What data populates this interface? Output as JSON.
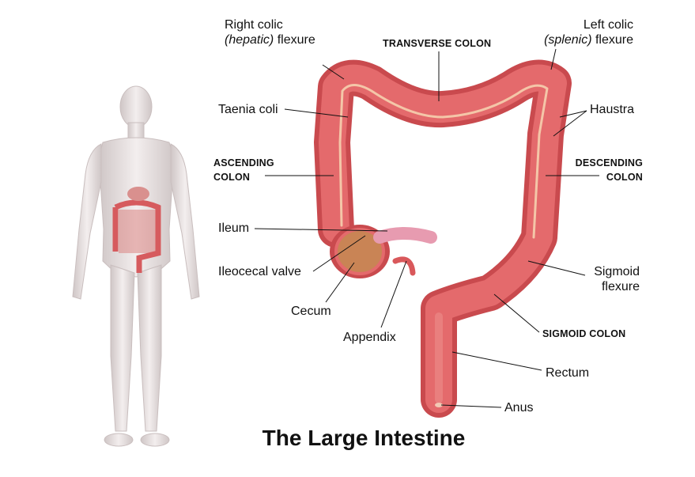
{
  "title": "The Large Intestine",
  "labels": {
    "right_colic_1": "Right colic",
    "right_colic_2a": "(hepatic)",
    "right_colic_2b": " flexure",
    "transverse": "TRANSVERSE COLON",
    "left_colic_1": "Left colic",
    "left_colic_2a": "(splenic)",
    "left_colic_2b": " flexure",
    "taenia": "Taenia coli",
    "haustra": "Haustra",
    "ascending_1": "ASCENDING",
    "ascending_2": "COLON",
    "descending_1": "DESCENDING",
    "descending_2": "COLON",
    "ileum": "Ileum",
    "ileocecal": "Ileocecal valve",
    "cecum": "Cecum",
    "appendix": "Appendix",
    "sigmoid_flexure_1": "Sigmoid",
    "sigmoid_flexure_2": "flexure",
    "sigmoid_colon": "SIGMOID COLON",
    "rectum": "Rectum",
    "anus": "Anus"
  },
  "colors": {
    "colon": "#d9585b",
    "colon_light": "#ef8a86",
    "body": "#e6dede"
  }
}
